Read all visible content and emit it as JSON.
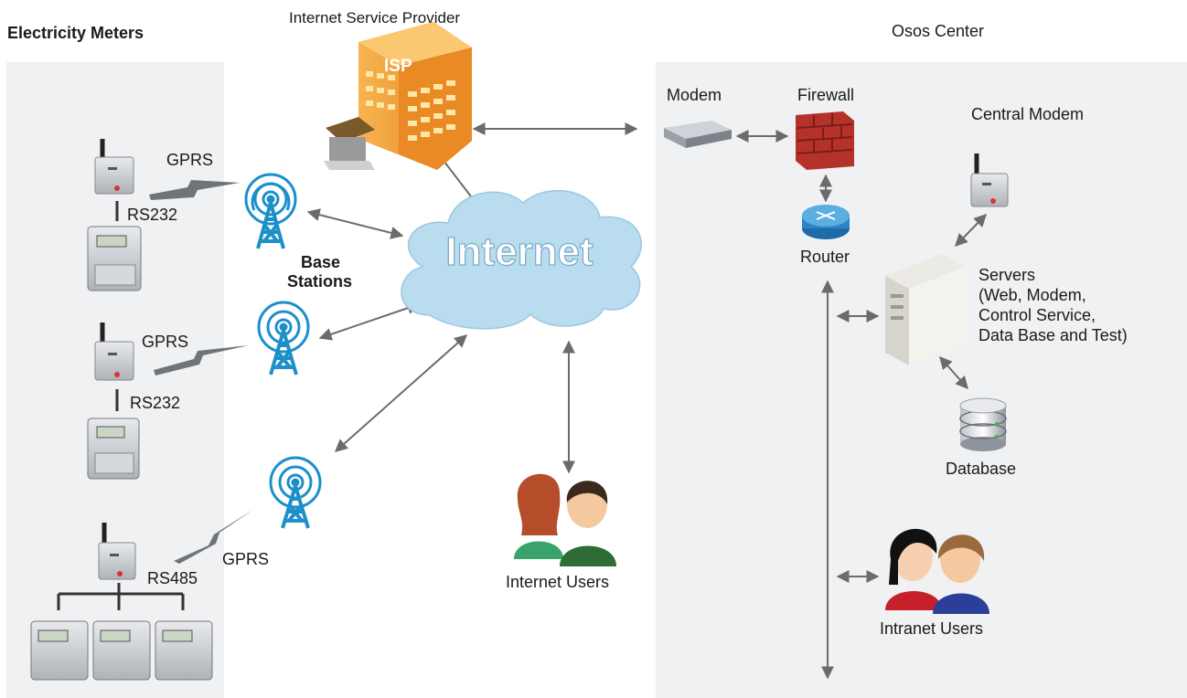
{
  "headers": {
    "electricity_meters": "Electricity Meters",
    "isp": "Internet Service Provider",
    "osos_center": "Osos Center"
  },
  "isp_sign": "ISP",
  "internet": "Internet",
  "base_stations": [
    "Base",
    "Stations"
  ],
  "meter_links": {
    "gprs_1": "GPRS",
    "rs232_1": "RS232",
    "gprs_2": "GPRS",
    "rs232_2": "RS232",
    "gprs_3": "GPRS",
    "rs485": "RS485"
  },
  "internet_users": "Internet Users",
  "center": {
    "modem": "Modem",
    "firewall": "Firewall",
    "router": "Router",
    "central_modem": "Central Modem",
    "servers": [
      "Servers",
      "(Web, Modem,",
      "Control Service,",
      "Data Base and Test)"
    ],
    "database": "Database",
    "intranet_users": "Intranet Users"
  },
  "colors": {
    "panel": "#f0f1f3",
    "cloud": "#b9dcef",
    "tower": "#1d8fc9",
    "building": "#f29a2e",
    "firewall": "#b5322a",
    "router": "#2d83c5",
    "arrow": "#6b6b6b"
  }
}
